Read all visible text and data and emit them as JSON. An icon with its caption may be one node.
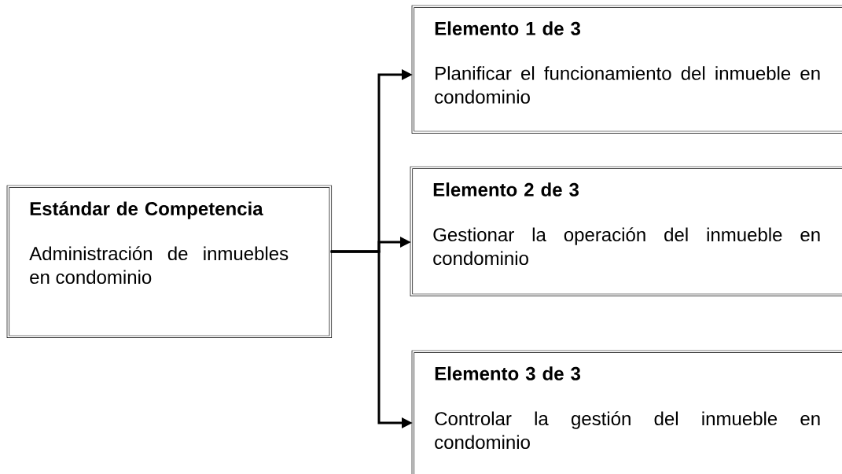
{
  "diagram": {
    "nodes": [
      {
        "text": [
          "Estándar de Competencia",
          "Administración de inmuebles en condominio"
        ]
      },
      {
        "text": [
          "Elemento  1 de 3",
          "Planificar el funcionamiento del inmueble en condominio"
        ]
      },
      {
        "text": [
          "Elemento  2 de 3",
          "Gestionar la operación del inmueble en condominio"
        ]
      },
      {
        "text": [
          "Elemento  3 de  3",
          "Controlar la gestión del inmueble en condominio"
        ]
      }
    ],
    "edges": [
      {
        "from": 0,
        "to": 1,
        "arrow": "to"
      },
      {
        "from": 0,
        "to": 2,
        "arrow": "to"
      },
      {
        "from": 0,
        "to": 3,
        "arrow": "to"
      }
    ]
  }
}
